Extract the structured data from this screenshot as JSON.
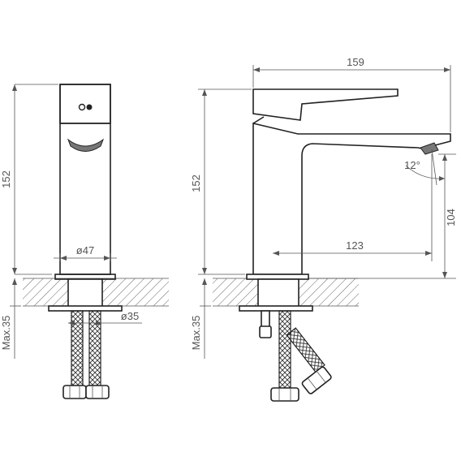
{
  "front_view": {
    "height_label": "152",
    "diameter_label": "ø47",
    "base_diameter_label": "ø35",
    "max_label": "Max.35"
  },
  "side_view": {
    "width_label": "159",
    "height_label": "152",
    "spout_height_label": "104",
    "reach_label": "123",
    "angle_label": "12°",
    "max_label": "Max.35"
  }
}
